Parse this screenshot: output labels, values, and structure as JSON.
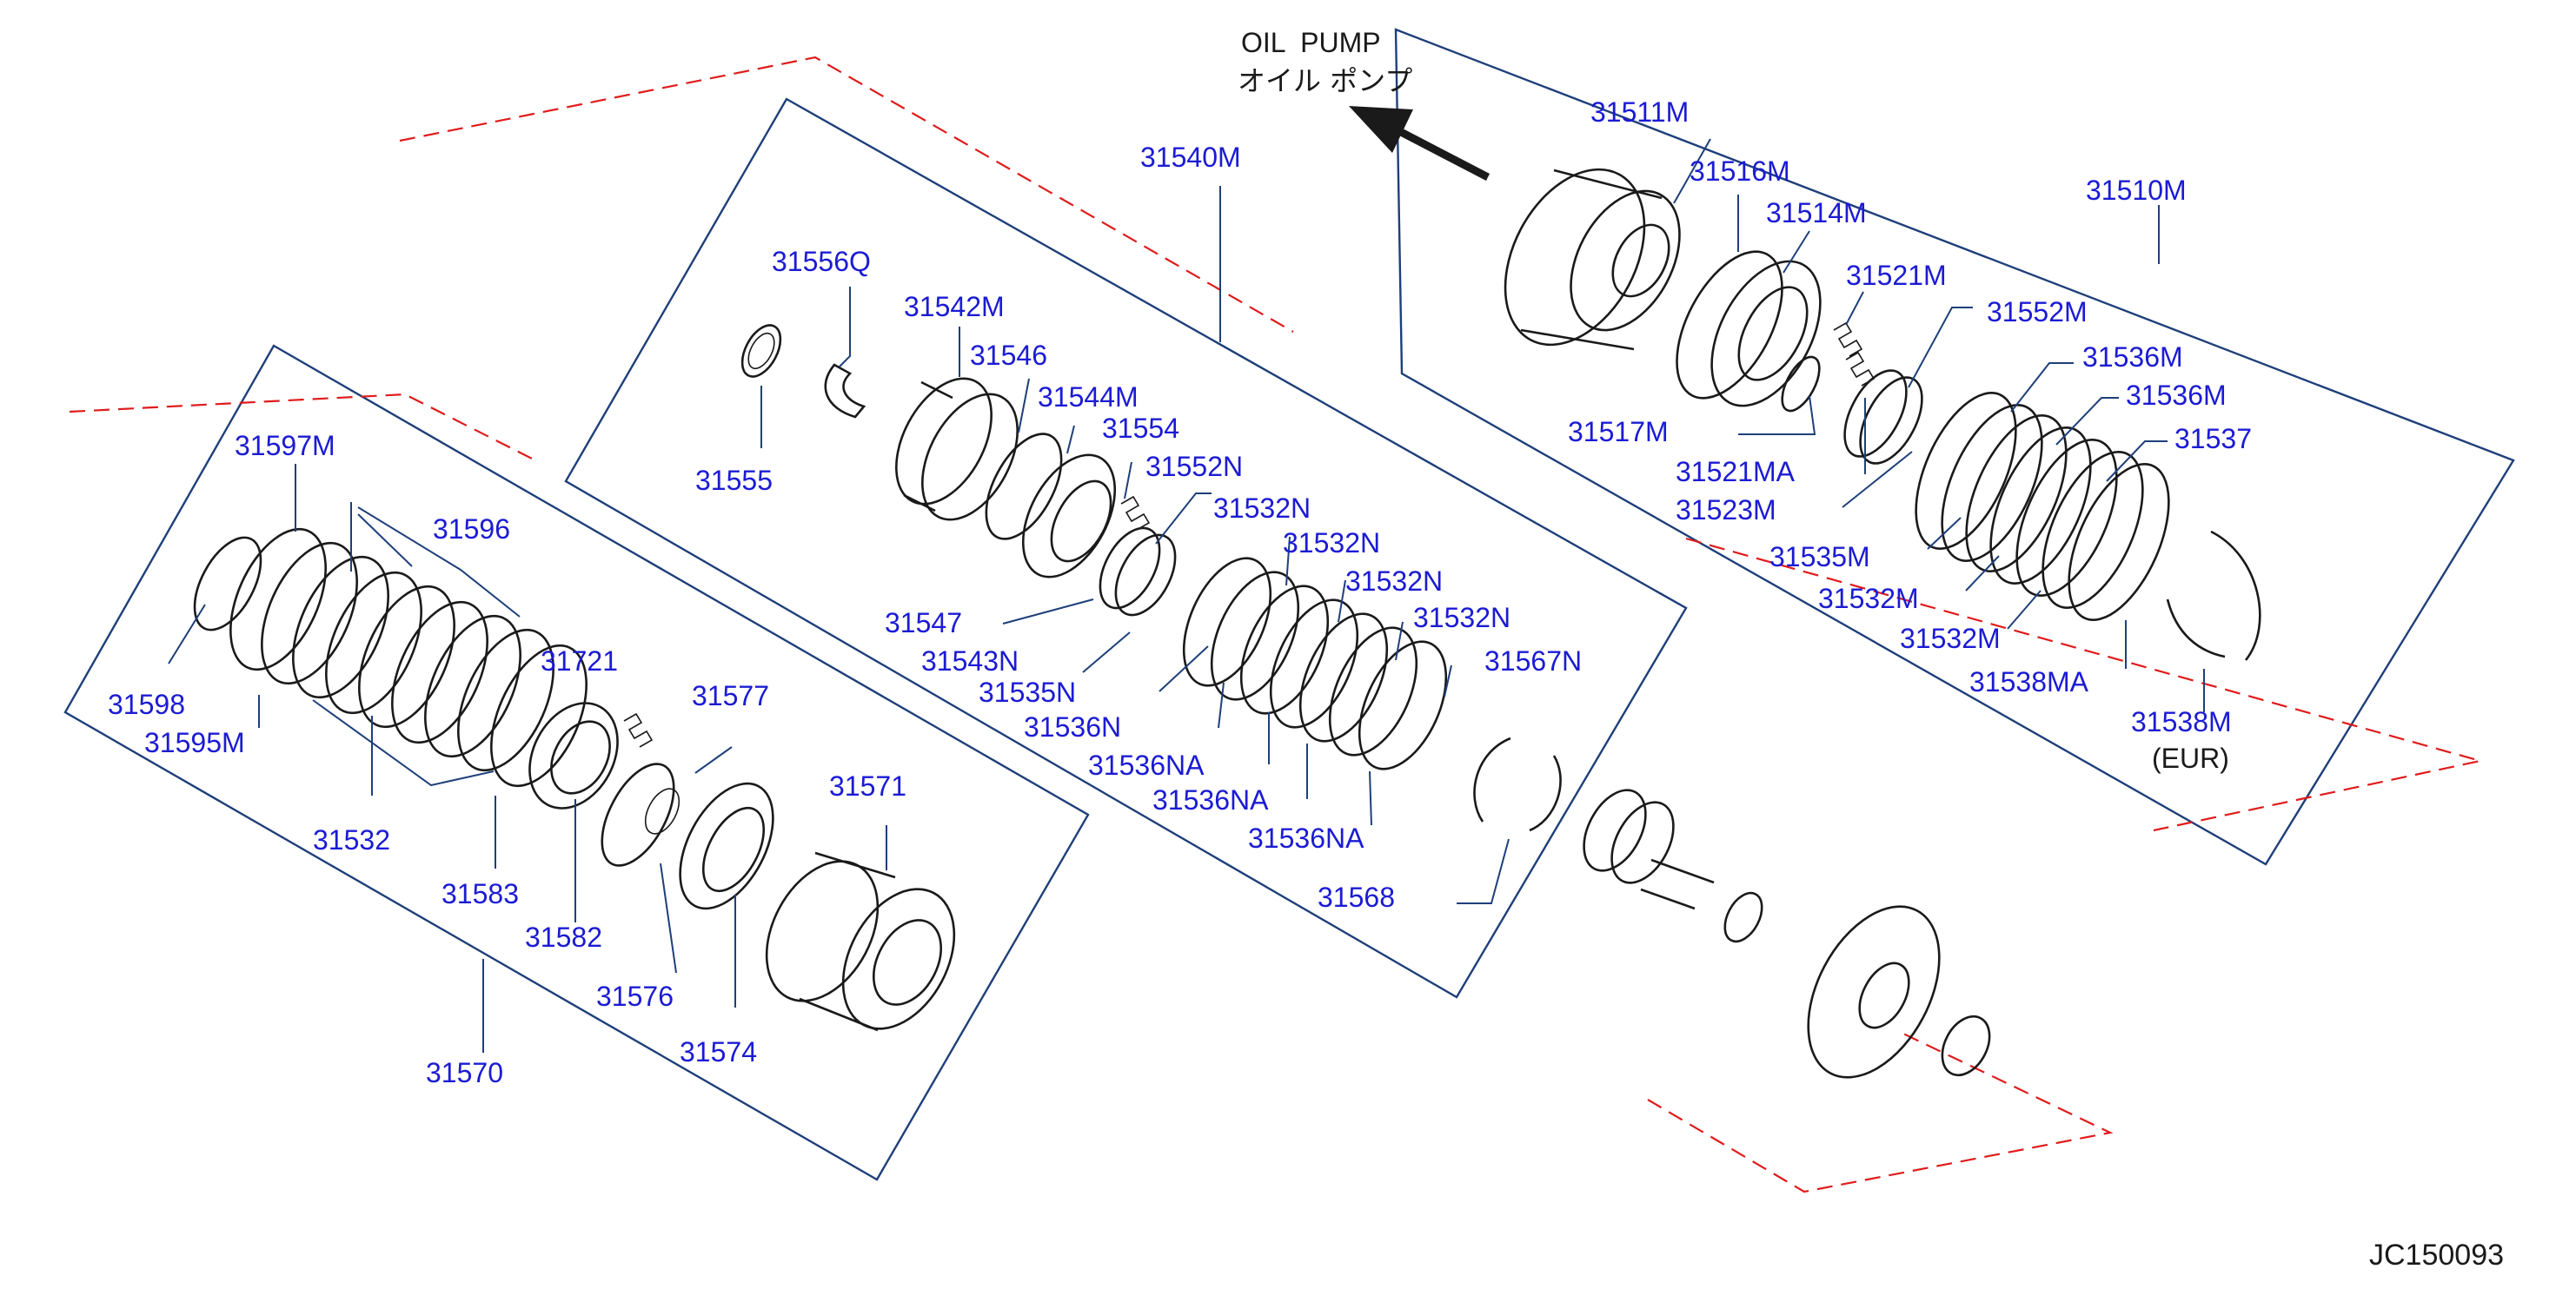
{
  "header": {
    "oil_pump_en": "OIL  PUMP",
    "oil_pump_jp": "オイル ポンプ"
  },
  "footer": {
    "diagram_code": "JC150093"
  },
  "labels": {
    "p31511M": "31511M",
    "p31516M": "31516M",
    "p31514M": "31514M",
    "p31510M": "31510M",
    "p31521M": "31521M",
    "p31552M": "31552M",
    "p31517M": "31517M",
    "p31521MA": "31521MA",
    "p31523M": "31523M",
    "p31536M_a": "31536M",
    "p31536M_b": "31536M",
    "p31537": "31537",
    "p31535M": "31535M",
    "p31532M": "31532M",
    "p31532M_partial": "31532M",
    "p31538MA": "31538MA",
    "p31538M": "31538M",
    "eur": "(EUR)",
    "p31540M": "31540M",
    "p31556Q": "31556Q",
    "p31542M": "31542M",
    "p31546": "31546",
    "p31544M": "31544M",
    "p31554": "31554",
    "p31552N": "31552N",
    "p31532N_a": "31532N",
    "p31532N_b": "31532N",
    "p31532N_c": "31532N",
    "p31532N_d": "31532N",
    "p31555": "31555",
    "p31547": "31547",
    "p31543N": "31543N",
    "p31535N": "31535N",
    "p31536N": "31536N",
    "p31536NA_a": "31536NA",
    "p31536NA_b": "31536NA",
    "p31536NA_c": "31536NA",
    "p31567N": "31567N",
    "p31568": "31568",
    "p31597M": "31597M",
    "p31596": "31596",
    "p31721": "31721",
    "p31577": "31577",
    "p31598": "31598",
    "p31595M": "31595M",
    "p31571": "31571",
    "p31532": "31532",
    "p31583": "31583",
    "p31582": "31582",
    "p31576": "31576",
    "p31574": "31574",
    "p31570": "31570"
  }
}
